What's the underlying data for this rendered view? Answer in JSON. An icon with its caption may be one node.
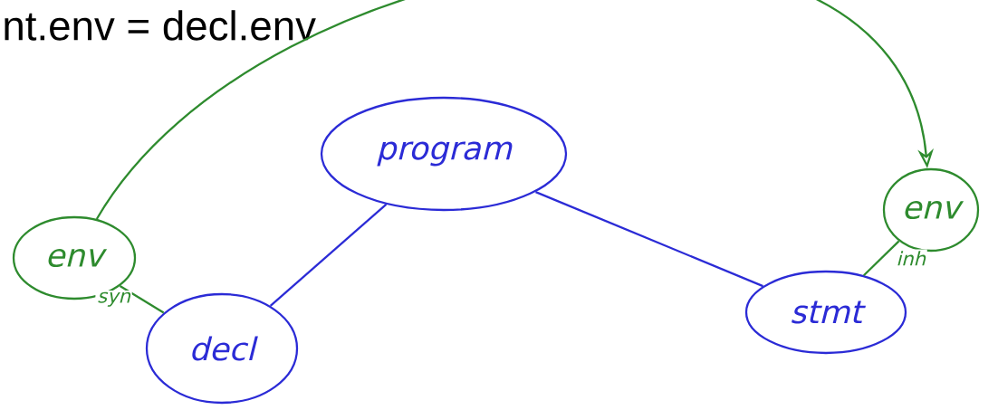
{
  "diagram": {
    "title": "nt.env = decl.env",
    "nodes": [
      {
        "text": [
          "program"
        ]
      },
      {
        "text": [
          "env"
        ]
      },
      {
        "text": [
          "decl"
        ]
      },
      {
        "text": [
          "env"
        ]
      },
      {
        "text": [
          "stmt"
        ]
      }
    ],
    "edges": [
      {
        "from": 0,
        "to": 2,
        "arrow": "none",
        "color": "#2b2bd6"
      },
      {
        "from": 0,
        "to": 4,
        "arrow": "none",
        "color": "#2b2bd6"
      },
      {
        "from": 1,
        "to": 2,
        "arrow": "none",
        "label": "syn",
        "color": "#2e8b2e"
      },
      {
        "from": 3,
        "to": 4,
        "arrow": "none",
        "label": "inh",
        "color": "#2e8b2e"
      },
      {
        "from": 1,
        "to": 3,
        "arrow": "to",
        "color": "#2e8b2e"
      }
    ]
  }
}
